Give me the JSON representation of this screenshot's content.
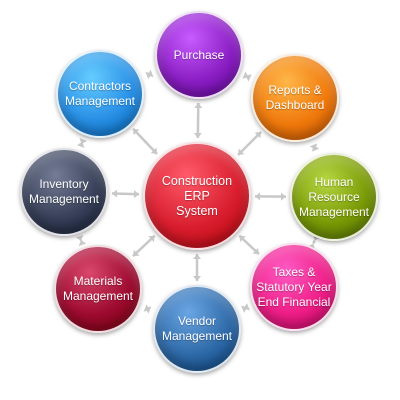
{
  "diagram": {
    "center": {
      "id": "erp",
      "label": "Construction\nERP\nSystem",
      "color": "#d81e2e"
    },
    "modules": [
      {
        "id": "purchase",
        "label": "Purchase",
        "color": "#8b1fc4"
      },
      {
        "id": "reports",
        "label": "Reports &\nDashboard",
        "color": "#f07a0c"
      },
      {
        "id": "hr",
        "label": "Human\nResource\nManagement",
        "color": "#7a9a06"
      },
      {
        "id": "taxes",
        "label": "Taxes &\nStatutory Year\nEnd Financial",
        "color": "#ef1f88"
      },
      {
        "id": "vendor",
        "label": "Vendor\nManagement",
        "color": "#2f6aa8"
      },
      {
        "id": "materials",
        "label": "Materials\nManagement",
        "color": "#9e0b30"
      },
      {
        "id": "inventory",
        "label": "Inventory\nManagement",
        "color": "#384159"
      },
      {
        "id": "contractors",
        "label": "Contractors\nManagement",
        "color": "#2990e6"
      }
    ],
    "arrow_color": "#c8c8c8"
  }
}
